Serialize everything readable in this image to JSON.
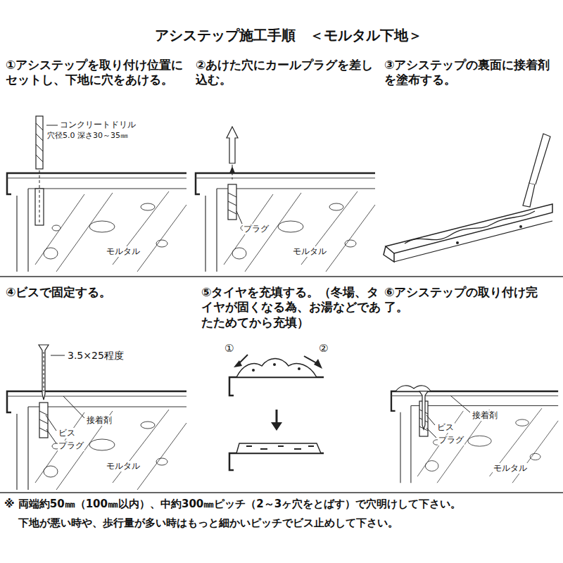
{
  "diagram": {
    "title": "アシステップ施工手順　＜モルタル下地＞",
    "labels": [
      "①アシステップを取り付け位置にセットし、下地に穴をあける。",
      "②あけた穴にカールプラグを差し込む。",
      "③アシステップの裏面に接着剤を塗布する。",
      "コンクリートドリル",
      "穴径5.0 深さ30～35㎜",
      "プラグ",
      "モルタル",
      "モルタル",
      "④ビスで固定する。",
      "⑤タイヤを充填する。（冬場、タイヤが固くなる為、お湯などであたためてから充填）",
      "⑥アシステップの取り付け完了。",
      "3.5×25程度",
      "接着剤",
      "ビス",
      "プラグ",
      "モルタル",
      "①",
      "②",
      "接着剤",
      "ビス",
      "プラグ",
      "モルタル",
      "※ 両端約50㎜（100㎜以内）、中約300㎜ピッチ（2～3ヶ穴をとばす）で穴明けして下さい。",
      "下地が悪い時や、歩行量が多い時はもっと細かいピッチでビス止めして下さい。"
    ]
  }
}
